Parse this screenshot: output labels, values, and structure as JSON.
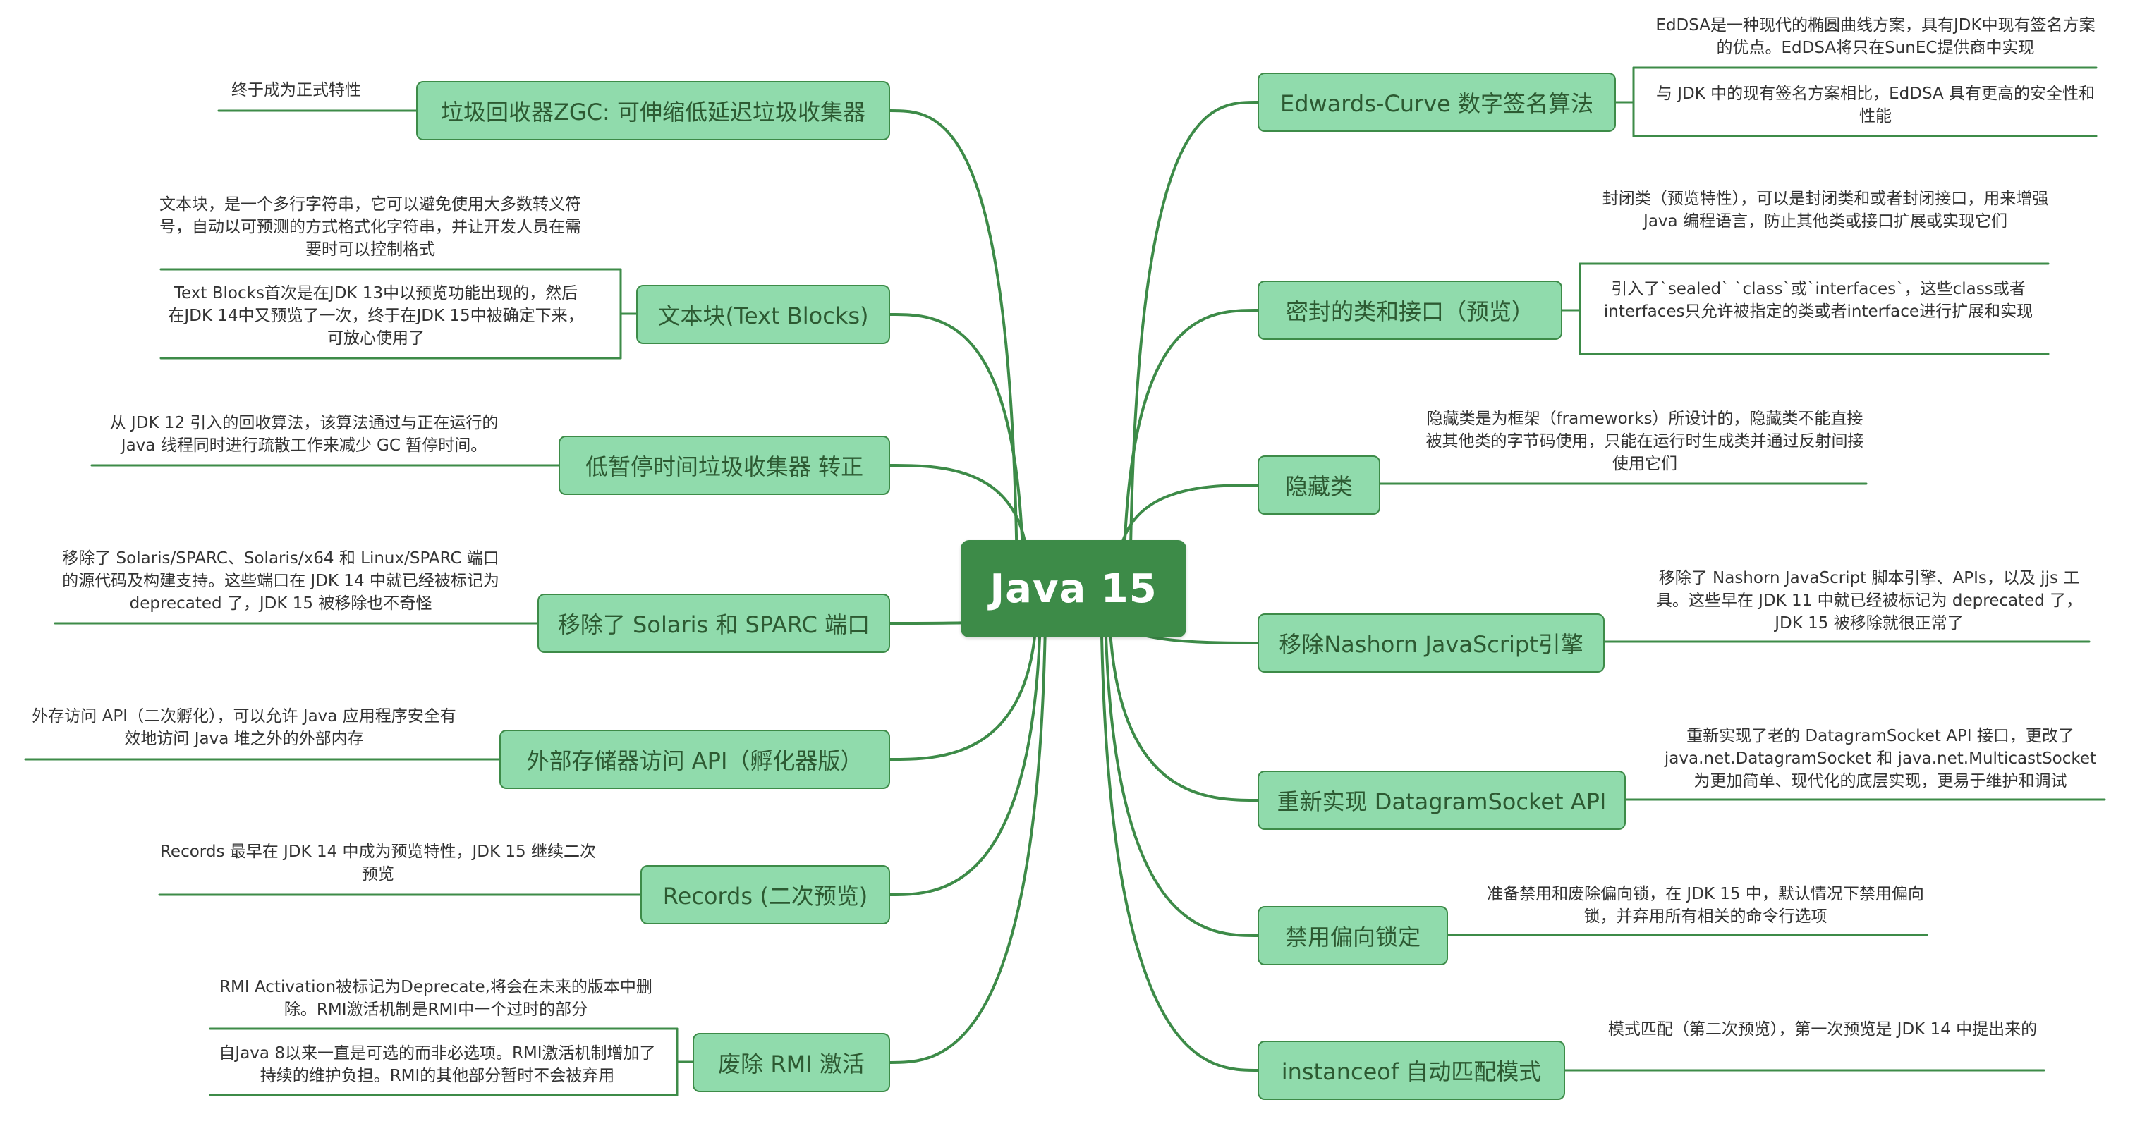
{
  "center": {
    "label": "Java 15"
  },
  "colors": {
    "center_fill": "#3d8b48",
    "topic_fill": "#90dbac",
    "topic_border": "#3d8b48",
    "line": "#3d8b48"
  },
  "left": [
    {
      "label": "垃圾回收器ZGC: 可伸缩低延迟垃圾收集器",
      "notes": [
        "终于成为正式特性"
      ]
    },
    {
      "label": "文本块(Text Blocks)",
      "notes": [
        "文本块，是一个多行字符串，它可以避免使用大多数转义符号，自动以可预测的方式格式化字符串，并让开发人员在需要时可以控制格式",
        "Text Blocks首次是在JDK 13中以预览功能出现的，然后在JDK 14中又预览了一次，终于在JDK 15中被确定下来，可放心使用了"
      ]
    },
    {
      "label": "低暂停时间垃圾收集器 转正",
      "notes": [
        "从 JDK 12 引入的回收算法，该算法通过与正在运行的 Java 线程同时进行疏散工作来减少 GC 暂停时间。"
      ]
    },
    {
      "label": "移除了 Solaris 和 SPARC 端口",
      "notes": [
        "移除了 Solaris/SPARC、Solaris/x64 和 Linux/SPARC 端口的源代码及构建支持。这些端口在 JDK 14 中就已经被标记为 deprecated 了，JDK 15 被移除也不奇怪"
      ]
    },
    {
      "label": "外部存储器访问 API（孵化器版）",
      "notes": [
        "外存访问 API（二次孵化），可以允许 Java 应用程序安全有效地访问 Java 堆之外的外部内存"
      ]
    },
    {
      "label": "Records (二次预览)",
      "notes": [
        "Records 最早在 JDK 14 中成为预览特性，JDK 15 继续二次预览"
      ]
    },
    {
      "label": "废除 RMI 激活",
      "notes": [
        "RMI Activation被标记为Deprecate,将会在未来的版本中删除。RMI激活机制是RMI中一个过时的部分",
        "自Java 8以来一直是可选的而非必选项。RMI激活机制增加了持续的维护负担。RMI的其他部分暂时不会被弃用"
      ]
    }
  ],
  "right": [
    {
      "label": "Edwards-Curve 数字签名算法",
      "notes": [
        "EdDSA是一种现代的椭圆曲线方案，具有JDK中现有签名方案的优点。EdDSA将只在SunEC提供商中实现",
        "与 JDK 中的现有签名方案相比，EdDSA 具有更高的安全性和性能"
      ]
    },
    {
      "label": "密封的类和接口（预览）",
      "notes": [
        "封闭类（预览特性），可以是封闭类和或者封闭接口，用来增强 Java 编程语言，防止其他类或接口扩展或实现它们",
        "引入了`sealed` `class`或`interfaces`，这些class或者interfaces只允许被指定的类或者interface进行扩展和实现"
      ]
    },
    {
      "label": "隐藏类",
      "notes": [
        "隐藏类是为框架（frameworks）所设计的，隐藏类不能直接被其他类的字节码使用，只能在运行时生成类并通过反射间接使用它们"
      ]
    },
    {
      "label": "移除Nashorn JavaScript引擎",
      "notes": [
        "移除了 Nashorn JavaScript 脚本引擎、APIs，以及 jjs 工具。这些早在 JDK 11 中就已经被标记为 deprecated 了，JDK 15 被移除就很正常了"
      ]
    },
    {
      "label": "重新实现 DatagramSocket API",
      "notes": [
        "重新实现了老的 DatagramSocket API 接口，更改了 java.net.DatagramSocket 和 java.net.MulticastSocket 为更加简单、现代化的底层实现，更易于维护和调试"
      ]
    },
    {
      "label": "禁用偏向锁定",
      "notes": [
        "准备禁用和废除偏向锁，在 JDK 15 中，默认情况下禁用偏向锁，并弃用所有相关的命令行选项"
      ]
    },
    {
      "label": "instanceof 自动匹配模式",
      "notes": [
        "模式匹配（第二次预览），第一次预览是 JDK 14 中提出来的"
      ]
    }
  ]
}
